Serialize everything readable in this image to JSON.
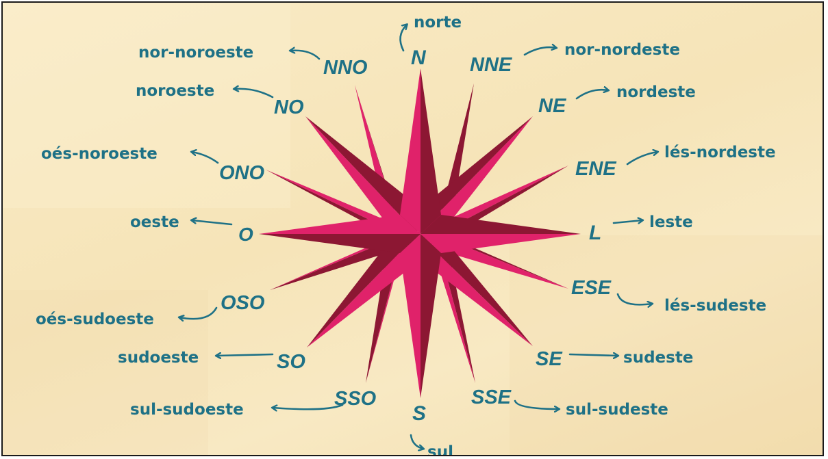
{
  "colors": {
    "background": "#f7e7c0",
    "text": "#1e7186",
    "star_light": "#e0226a",
    "star_dark": "#8c1733",
    "border": "#1a1a1a"
  },
  "directions": {
    "n": {
      "abbr": "N",
      "name": "norte"
    },
    "nne": {
      "abbr": "NNE",
      "name": "nor-nordeste"
    },
    "ne": {
      "abbr": "NE",
      "name": "nordeste"
    },
    "ene": {
      "abbr": "ENE",
      "name": "lés-nordeste"
    },
    "l": {
      "abbr": "L",
      "name": "leste"
    },
    "ese": {
      "abbr": "ESE",
      "name": "lés-sudeste"
    },
    "se": {
      "abbr": "SE",
      "name": "sudeste"
    },
    "sse": {
      "abbr": "SSE",
      "name": "sul-sudeste"
    },
    "s": {
      "abbr": "S",
      "name": "sul"
    },
    "sso": {
      "abbr": "SSO",
      "name": "sul-sudoeste"
    },
    "so": {
      "abbr": "SO",
      "name": "sudoeste"
    },
    "oso": {
      "abbr": "OSO",
      "name": "oés-sudoeste"
    },
    "o": {
      "abbr": "O",
      "name": "oeste"
    },
    "ono": {
      "abbr": "ONO",
      "name": "oés-noroeste"
    },
    "no": {
      "abbr": "NO",
      "name": "noroeste"
    },
    "nno": {
      "abbr": "NNO",
      "name": "nor-noroeste"
    }
  }
}
